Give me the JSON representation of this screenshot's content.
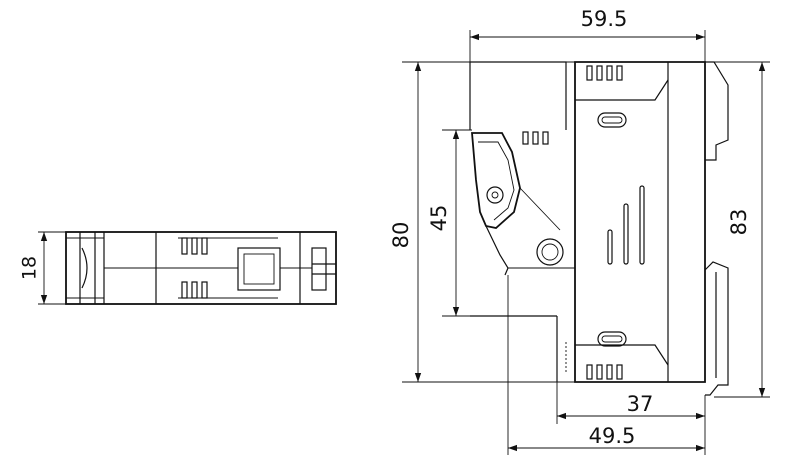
{
  "dimensions": {
    "width_total": "59.5",
    "height_body": "80",
    "height_handle": "45",
    "height_total": "83",
    "depth_rail": "37",
    "depth_total": "49.5",
    "width_side": "18"
  }
}
